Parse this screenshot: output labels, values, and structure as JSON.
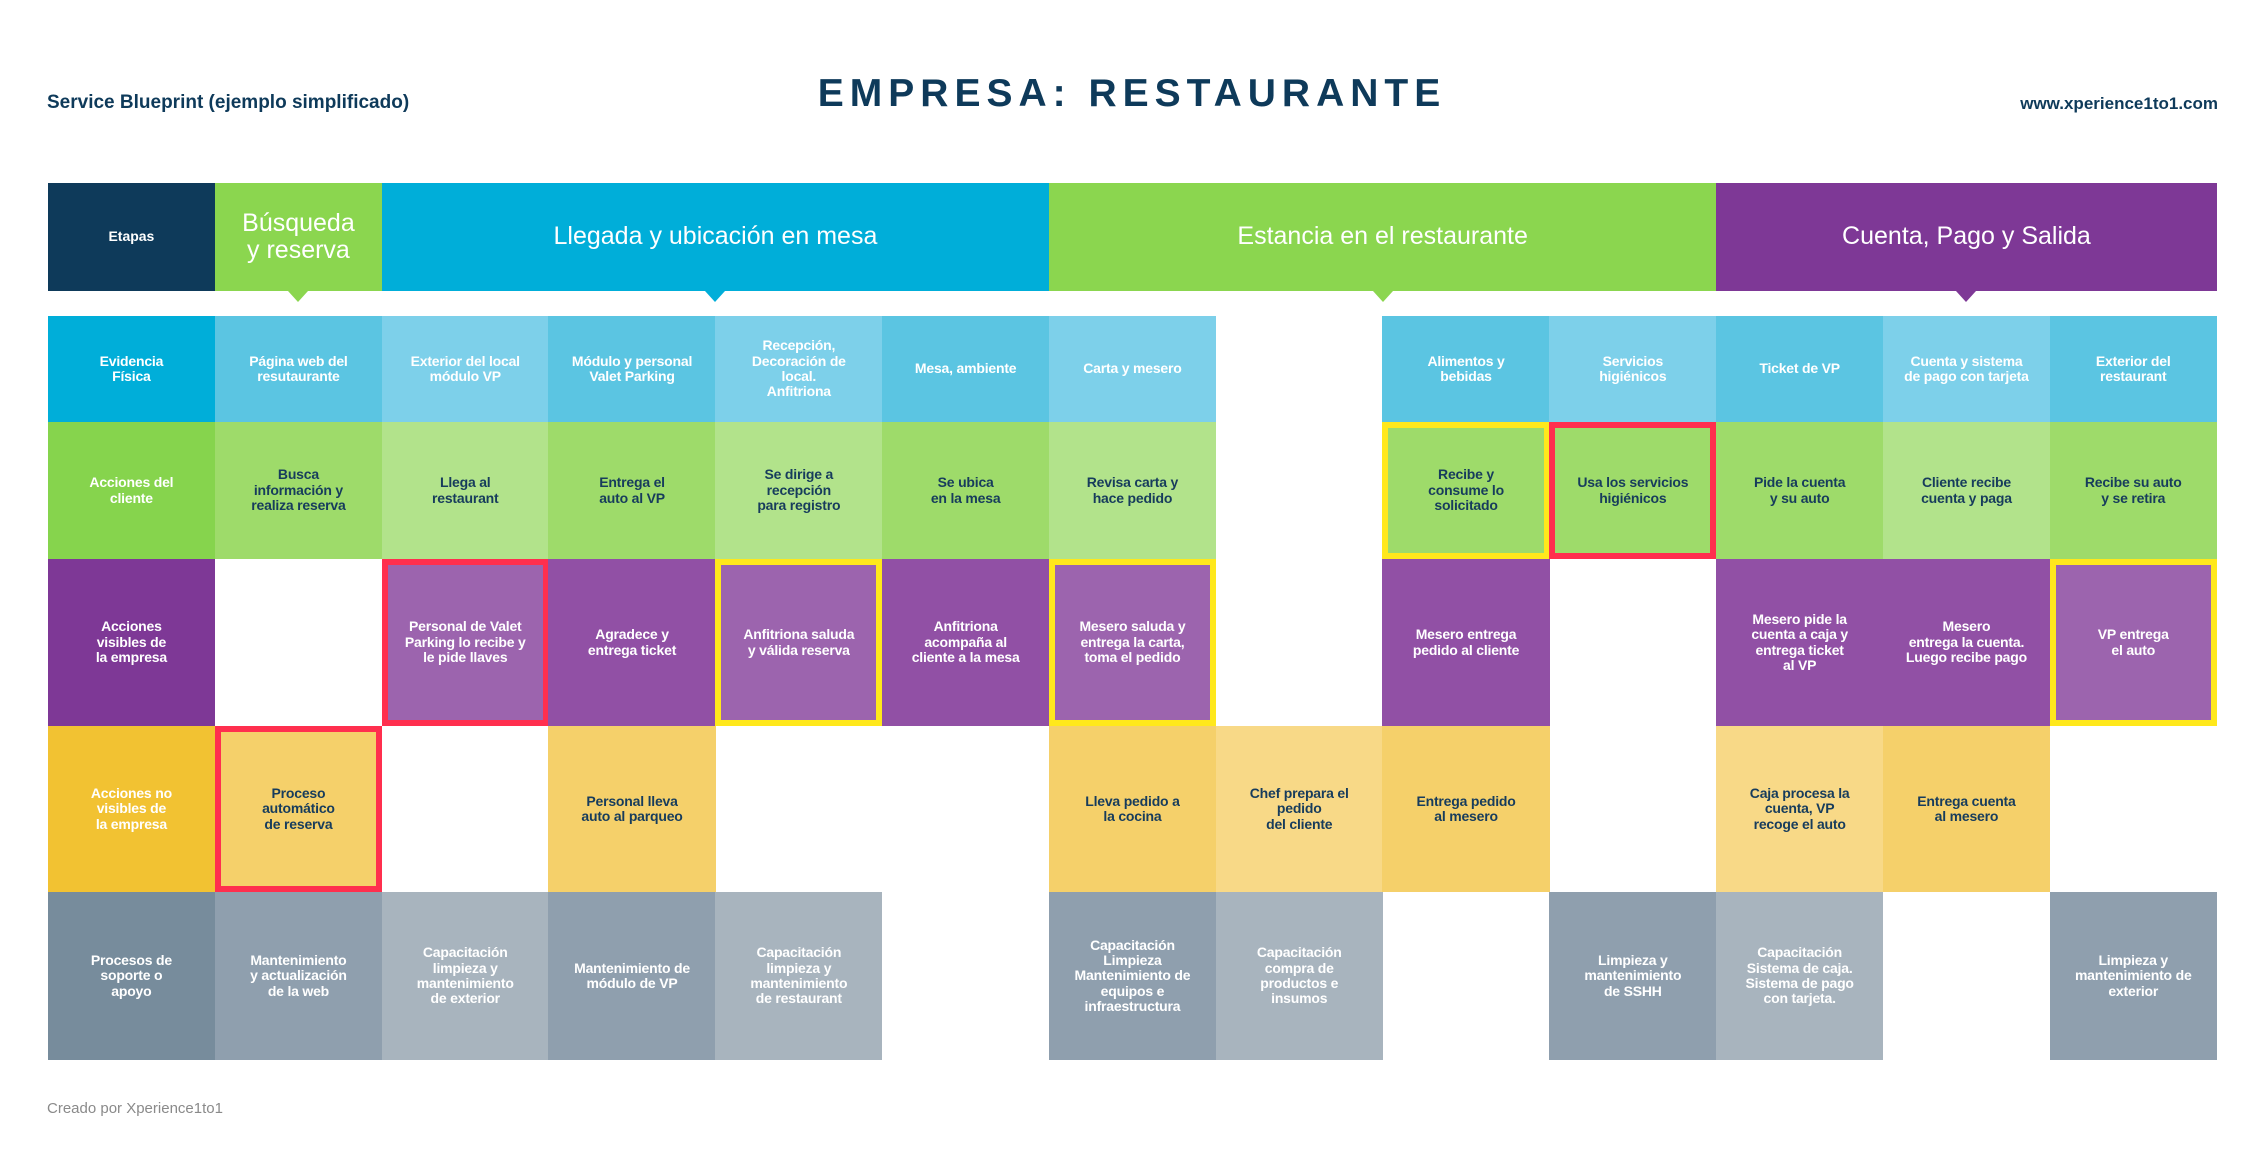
{
  "header": {
    "subtitle": "Service Blueprint (ejemplo simplificado)",
    "title": "EMPRESA: RESTAURANTE",
    "url": "www.xperience1to1.com"
  },
  "footer": "Creado por Xperience1to1",
  "colors": {
    "navy": "#0e3a5a",
    "blue": "#00aed9",
    "green": "#8bd64f",
    "purple": "#7e3896",
    "yellow": "#f2c232",
    "grey": "#778c9c",
    "fail_point": "#ff2f4e",
    "moment_of_truth": "#ffe81c"
  },
  "stages_label": "Etapas",
  "stages": [
    {
      "label": "Búsqueda\ny reserva",
      "span": 1,
      "color": "#8bd64f"
    },
    {
      "label": "Llegada y ubicación en mesa",
      "span": 4,
      "color": "#00aed9"
    },
    {
      "label": "Estancia en el restaurante",
      "span": 4,
      "color": "#8bd64f"
    },
    {
      "label": "Cuenta, Pago y Salida",
      "span": 3,
      "color": "#7e3896"
    }
  ],
  "rows": [
    {
      "label": "Evidencia\nFísica",
      "cells": [
        {
          "text": "Página web del\nresutaurante"
        },
        {
          "text": "Exterior del local\nmódulo VP"
        },
        {
          "text": "Módulo y personal\nValet Parking"
        },
        {
          "text": "Recepción,\nDecoración de\nlocal.\nAnfitriona"
        },
        {
          "text": "Mesa, ambiente"
        },
        {
          "text": "Carta y mesero"
        },
        null,
        {
          "text": "Alimentos y\nbebidas"
        },
        {
          "text": "Servicios\nhigiénicos"
        },
        {
          "text": "Ticket de VP"
        },
        {
          "text": "Cuenta y sistema\nde pago con tarjeta"
        },
        {
          "text": "Exterior del\nrestaurant"
        }
      ]
    },
    {
      "label": "Acciones del\ncliente",
      "cells": [
        {
          "text": "Busca\ninformación y\nrealiza reserva"
        },
        {
          "text": "Llega al\nrestaurant"
        },
        {
          "text": "Entrega el\nauto al VP"
        },
        {
          "text": "Se dirige a\nrecepción\npara registro"
        },
        {
          "text": "Se ubica\nen la mesa"
        },
        {
          "text": "Revisa carta y\nhace pedido"
        },
        null,
        {
          "text": "Recibe y\nconsume lo\nsolicitado",
          "highlight": "yellow"
        },
        {
          "text": "Usa los servicios\nhigiénicos",
          "highlight": "red"
        },
        {
          "text": "Pide la cuenta\ny su auto"
        },
        {
          "text": "Cliente recibe\ncuenta y paga"
        },
        {
          "text": "Recibe su auto\ny se retira"
        }
      ]
    },
    {
      "label": "Acciones\nvisibles de\nla empresa",
      "cells": [
        null,
        {
          "text": "Personal de Valet\nParking lo recibe y\nle pide llaves",
          "highlight": "red"
        },
        {
          "text": "Agradece y\nentrega ticket"
        },
        {
          "text": "Anfitriona saluda\ny válida reserva",
          "highlight": "yellow"
        },
        {
          "text": "Anfitriona\nacompaña al\ncliente a la mesa"
        },
        {
          "text": "Mesero saluda y\nentrega la carta,\ntoma el pedido",
          "highlight": "yellow"
        },
        null,
        {
          "text": "Mesero entrega\npedido al cliente"
        },
        null,
        {
          "text": "Mesero pide la\ncuenta a caja y\nentrega ticket\nal VP"
        },
        {
          "text": "Mesero\nentrega la cuenta.\nLuego recibe pago"
        },
        {
          "text": "VP entrega\nel auto",
          "highlight": "yellow"
        }
      ]
    },
    {
      "label": "Acciones no\nvisibles de\nla empresa",
      "cells": [
        {
          "text": "Proceso\nautomático\nde reserva",
          "highlight": "red"
        },
        null,
        {
          "text": "Personal lleva\nauto al parqueo"
        },
        null,
        null,
        {
          "text": "Lleva pedido a\nla cocina"
        },
        {
          "text": "Chef prepara el\npedido\ndel cliente"
        },
        {
          "text": "Entrega pedido\nal mesero"
        },
        null,
        {
          "text": "Caja procesa la\ncuenta, VP\nrecoge el auto"
        },
        {
          "text": "Entrega cuenta\nal mesero"
        },
        null
      ]
    },
    {
      "label": "Procesos de\nsoporte o\napoyo",
      "cells": [
        {
          "text": "Mantenimiento\ny actualización\nde la web"
        },
        {
          "text": "Capacitación\nlimpieza y\nmantenimiento\nde exterior"
        },
        {
          "text": "Mantenimiento de\nmódulo de VP"
        },
        {
          "text": "Capacitación\nlimpieza y\nmantenimiento\nde restaurant"
        },
        null,
        {
          "text": "Capacitación\nLimpieza\nMantenimiento de\nequipos e\ninfraestructura"
        },
        {
          "text": "Capacitación\ncompra de\nproductos e\ninsumos"
        },
        null,
        {
          "text": "Limpieza y\nmantenimiento\nde SSHH"
        },
        {
          "text": "Capacitación\nSistema de caja.\nSistema de pago\ncon tarjeta."
        },
        null,
        {
          "text": "Limpieza y\nmantenimiento de\nexterior"
        }
      ]
    }
  ]
}
